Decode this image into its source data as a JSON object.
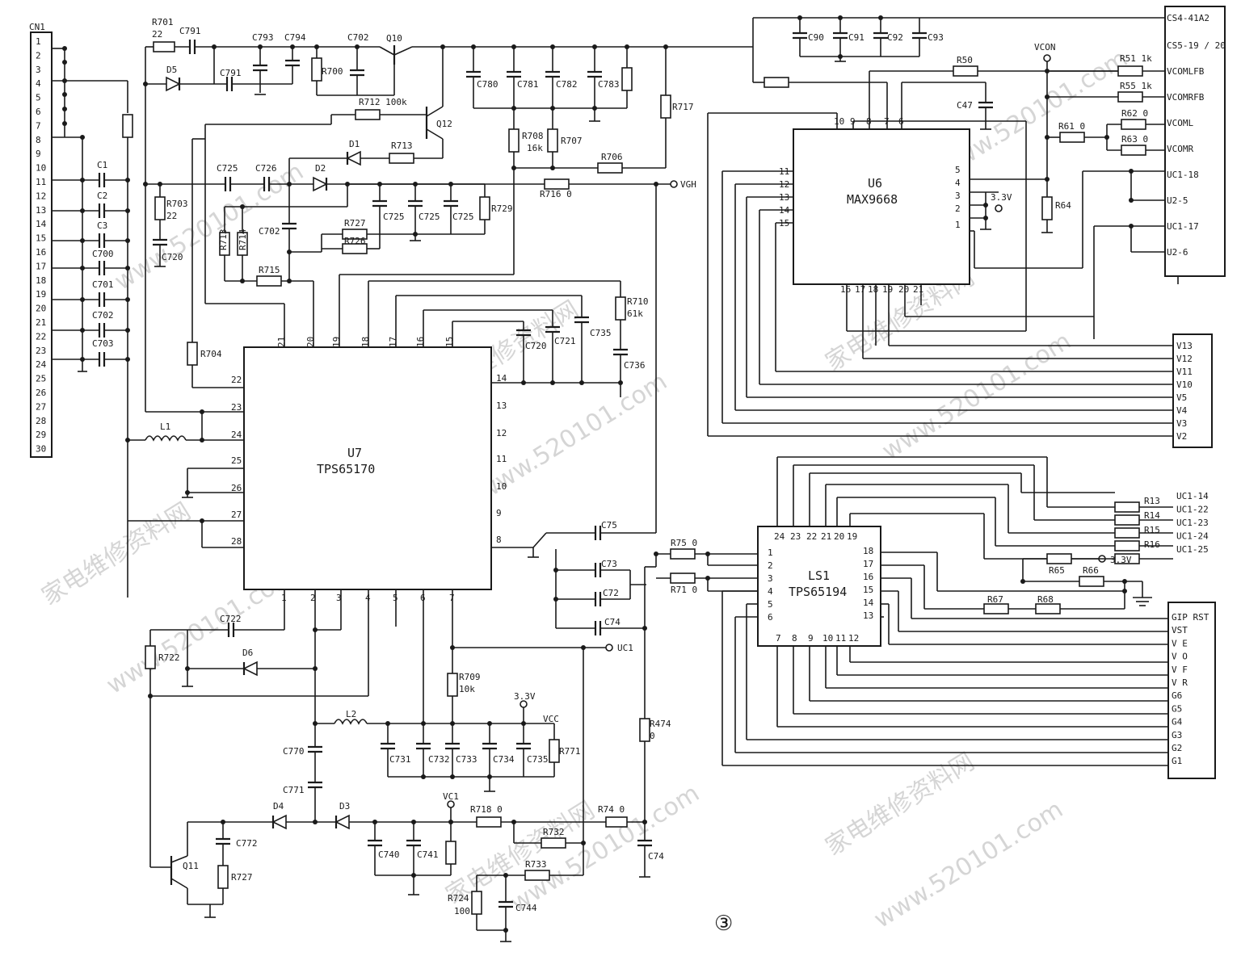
{
  "figure_number": "③",
  "watermark": {
    "chinese": "家电维修资料网",
    "url": "www.520101.com"
  },
  "connectors": {
    "cn1": {
      "name": "CN1",
      "pins": [
        "1",
        "2",
        "3",
        "4",
        "5",
        "6",
        "7",
        "8",
        "9",
        "10",
        "11",
        "12",
        "13",
        "14",
        "15",
        "16",
        "17",
        "18",
        "19",
        "20",
        "21",
        "22",
        "23",
        "24",
        "25",
        "26",
        "27",
        "28",
        "29",
        "30"
      ]
    },
    "right_top": [
      "CS4-41A2",
      "CS5-19 / 20",
      "VCOMLFB",
      "VCOMRFB",
      "VCOML",
      "VCOMR",
      "UC1-18",
      "U2-5",
      "UC1-17",
      "U2-6"
    ],
    "vlines": [
      "V13",
      "V12",
      "V11",
      "V10",
      "V5",
      "V4",
      "V3",
      "V2"
    ],
    "uc1_mid": [
      "UC1-14",
      "UC1-22",
      "UC1-23",
      "UC1-24",
      "UC1-25"
    ],
    "right_bottom": [
      "GIP RST",
      "VST",
      "V E",
      "V O",
      "V F",
      "V R",
      "G6",
      "G5",
      "G4",
      "G3",
      "G2",
      "G1"
    ]
  },
  "chips": {
    "u7": {
      "ref": "U7",
      "part": "TPS65170",
      "top_pins": [
        "21",
        "20",
        "19",
        "18",
        "17",
        "16",
        "15"
      ],
      "left_pins": [
        "22",
        "23",
        "24",
        "25",
        "26",
        "27",
        "28"
      ],
      "right_pins": [
        "14",
        "13",
        "12",
        "11",
        "10",
        "9",
        "8"
      ],
      "bottom_pins": [
        "1",
        "2",
        "3",
        "4",
        "5",
        "6",
        "7"
      ]
    },
    "u6": {
      "ref": "U6",
      "part": "MAX9668",
      "top_pins": [
        "10",
        "9",
        "8",
        "7",
        "6"
      ],
      "left_pins": [
        "11",
        "12",
        "13",
        "14",
        "15"
      ],
      "right_pins": [
        "5",
        "4",
        "3",
        "2",
        "1"
      ],
      "bottom_pins": [
        "16",
        "17",
        "18",
        "19",
        "20",
        "21"
      ]
    },
    "ls1": {
      "ref": "LS1",
      "part": "TPS65194",
      "top_pins": [
        "24",
        "23",
        "22",
        "21",
        "20",
        "19"
      ],
      "left_pins": [
        "1",
        "2",
        "3",
        "4",
        "5",
        "6"
      ],
      "right_pins": [
        "18",
        "17",
        "16",
        "15",
        "14",
        "13"
      ],
      "bottom_pins": [
        "7",
        "8",
        "9",
        "10",
        "11",
        "12"
      ]
    }
  },
  "nets": {
    "vgh": "VGH",
    "uc1": "UC1",
    "vc1": "VC1",
    "v33": "3.3V",
    "vcc": "VCC",
    "vcon": "VCON"
  },
  "components": {
    "r701": "R701",
    "r701v": "22",
    "c791a": "C791",
    "c793": "C793",
    "c794": "C794",
    "c702a": "C702",
    "q10": "Q10",
    "d5": "D5",
    "c791b": "C791",
    "r700": "R700",
    "r712": "R712 100k",
    "q12": "Q12",
    "d1": "D1",
    "r713a": "R713",
    "c780": "C780",
    "c781": "C781",
    "c782": "C782",
    "c783": "C783",
    "r717": "R717",
    "r708": "R708",
    "r708v": "16k",
    "r707": "R707",
    "r706": "R706",
    "r716": "R716 0",
    "c725a": "C725",
    "c726": "C726",
    "d2": "D2",
    "r703": "R703",
    "r703v": "22",
    "c720a": "C720",
    "c702b": "C702",
    "r727a": "R727",
    "r726": "R726",
    "c725b": "C725",
    "c725c": "C725",
    "c725d": "C725",
    "r729": "R729",
    "r713b": "R713",
    "r714": "R714",
    "r715": "R715",
    "r704": "R704",
    "r710": "R710",
    "r710v": "61k",
    "c720b": "C720",
    "c721": "C721",
    "c735a": "C735",
    "c736": "C736",
    "c1": "C1",
    "c2": "C2",
    "c3": "C3",
    "c700": "C700",
    "c701": "C701",
    "c702c": "C702",
    "c703": "C703",
    "l1": "L1",
    "c75": "C75",
    "c73": "C73",
    "c72": "C72",
    "c74a": "C74",
    "r75": "R75 0",
    "r71": "R71 0",
    "c722": "C722",
    "d6": "D6",
    "r722": "R722",
    "r709": "R709",
    "r709v": "10k",
    "l2": "L2",
    "c731": "C731",
    "c732": "C732",
    "c733": "C733",
    "c734": "C734",
    "c735b": "C735",
    "r771": "R771",
    "c770": "C770",
    "c771": "C771",
    "d4": "D4",
    "d3": "D3",
    "c772": "C772",
    "r727b": "R727",
    "q11": "Q11",
    "r718": "R718 0",
    "r732": "R732",
    "c740": "C740",
    "c741": "C741",
    "r474": "R474",
    "r474v": "0",
    "r74": "R74 0",
    "c74b": "C74",
    "r733": "R733",
    "r724": "R724",
    "r724v": "100",
    "c744": "C744",
    "c90": "C90",
    "c91": "C91",
    "c92": "C92",
    "c93": "C93",
    "r50": "R50",
    "r51": "R51 1k",
    "r55": "R55 1k",
    "c47": "C47",
    "r62": "R62 0",
    "r61": "R61 0",
    "r63": "R63 0",
    "r64": "R64",
    "r13": "R13",
    "r14": "R14",
    "r15": "R15",
    "r16": "R16",
    "r65": "R65",
    "r66": "R66",
    "r67": "R67",
    "r68": "R68"
  }
}
